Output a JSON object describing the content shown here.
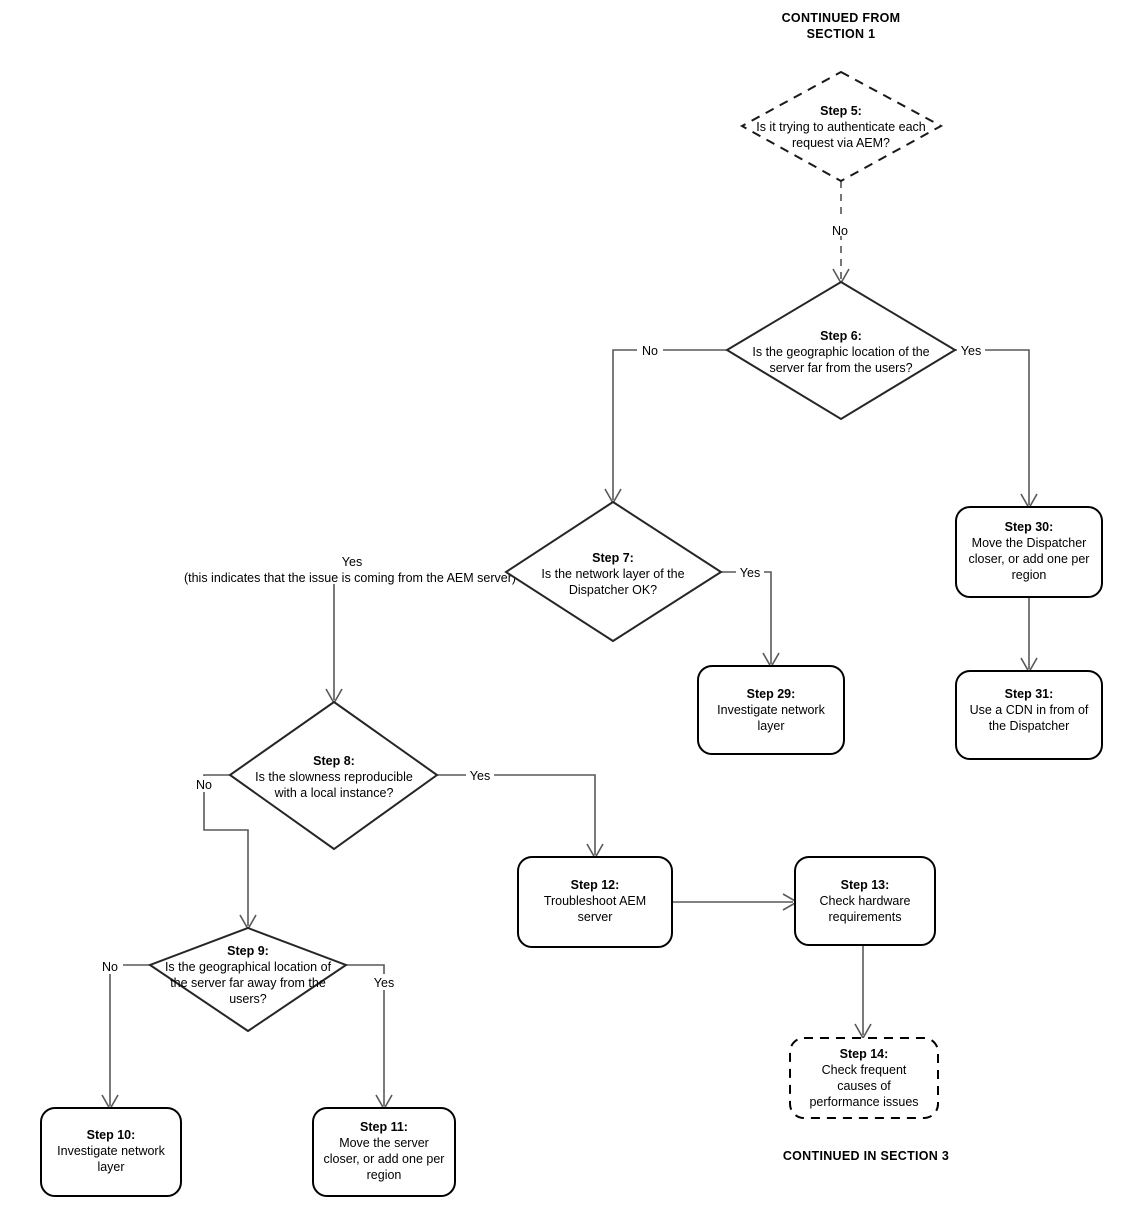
{
  "diagram": {
    "title": "AEM Performance Troubleshooting Flowchart - Section 2",
    "banner_top": {
      "line1": "CONTINUED FROM",
      "line2": "SECTION 1",
      "color": "#6AA84F"
    },
    "banner_bottom": {
      "line1": "CONTINUED IN SECTION 3",
      "color": "#3C78D8"
    },
    "colors": {
      "node_stroke": "#000000",
      "diamond_stroke": "#262626",
      "connector": "#595959",
      "background": "#FFFFFF",
      "text": "#000000"
    },
    "nodes": [
      {
        "id": "step5",
        "shape": "diamond",
        "style": "dashed",
        "title": "Step 5:",
        "lines": [
          "Is it trying to authenticate each",
          "request via AEM?"
        ]
      },
      {
        "id": "step6",
        "shape": "diamond",
        "style": "solid",
        "title": "Step 6:",
        "lines": [
          "Is the geographic location of the",
          "server far from the users?"
        ]
      },
      {
        "id": "step7",
        "shape": "diamond",
        "style": "solid",
        "title": "Step 7:",
        "lines": [
          "Is the network layer of the",
          "Dispatcher OK?"
        ]
      },
      {
        "id": "step8",
        "shape": "diamond",
        "style": "solid",
        "title": "Step 8:",
        "lines": [
          "Is the slowness reproducible",
          "with a local instance?"
        ]
      },
      {
        "id": "step9",
        "shape": "diamond",
        "style": "solid",
        "title": "Step 9:",
        "lines": [
          "Is the geographical location of",
          "the server far away from the",
          "users?"
        ]
      },
      {
        "id": "step10",
        "shape": "rounded-rect",
        "style": "solid",
        "title": "Step 10:",
        "lines": [
          "Investigate network",
          "layer"
        ]
      },
      {
        "id": "step11",
        "shape": "rounded-rect",
        "style": "solid",
        "title": "Step 11:",
        "lines": [
          "Move the server",
          "closer, or add one per",
          "region"
        ]
      },
      {
        "id": "step12",
        "shape": "rounded-rect",
        "style": "solid",
        "title": "Step 12:",
        "lines": [
          "Troubleshoot AEM",
          "server"
        ]
      },
      {
        "id": "step13",
        "shape": "rounded-rect",
        "style": "solid",
        "title": "Step 13:",
        "lines": [
          "Check hardware",
          "requirements"
        ]
      },
      {
        "id": "step14",
        "shape": "rounded-rect",
        "style": "dashed",
        "title": "Step 14:",
        "lines": [
          "Check frequent",
          "causes of",
          "performance issues"
        ]
      },
      {
        "id": "step29",
        "shape": "rounded-rect",
        "style": "solid",
        "title": "Step 29:",
        "lines": [
          "Investigate network",
          "layer"
        ]
      },
      {
        "id": "step30",
        "shape": "rounded-rect",
        "style": "solid",
        "title": "Step 30:",
        "lines": [
          "Move the Dispatcher",
          "closer, or add one per",
          "region"
        ]
      },
      {
        "id": "step31",
        "shape": "rounded-rect",
        "style": "solid",
        "title": "Step 31:",
        "lines": [
          "Use a CDN in from of",
          "the Dispatcher"
        ]
      }
    ],
    "edges": [
      {
        "id": "e5-6",
        "from": "step5",
        "to": "step6",
        "label": "No",
        "style": "dashed"
      },
      {
        "id": "e6-7",
        "from": "step6",
        "to": "step7",
        "label": "No",
        "style": "solid"
      },
      {
        "id": "e6-30",
        "from": "step6",
        "to": "step30",
        "label": "Yes",
        "style": "solid"
      },
      {
        "id": "e7-29",
        "from": "step7",
        "to": "step29",
        "label": "Yes",
        "style": "solid"
      },
      {
        "id": "e7-8",
        "from": "step7",
        "to": "step8",
        "label": "Yes",
        "label2": "(this indicates that the issue is coming from the AEM server)",
        "style": "solid"
      },
      {
        "id": "e8-9",
        "from": "step8",
        "to": "step9",
        "label": "No",
        "style": "solid"
      },
      {
        "id": "e8-12",
        "from": "step8",
        "to": "step12",
        "label": "Yes",
        "style": "solid"
      },
      {
        "id": "e9-10",
        "from": "step9",
        "to": "step10",
        "label": "No",
        "style": "solid"
      },
      {
        "id": "e9-11",
        "from": "step9",
        "to": "step11",
        "label": "Yes",
        "style": "solid"
      },
      {
        "id": "e12-13",
        "from": "step12",
        "to": "step13",
        "label": "",
        "style": "solid"
      },
      {
        "id": "e13-14",
        "from": "step13",
        "to": "step14",
        "label": "",
        "style": "solid"
      },
      {
        "id": "e30-31",
        "from": "step30",
        "to": "step31",
        "label": "",
        "style": "solid"
      }
    ]
  }
}
